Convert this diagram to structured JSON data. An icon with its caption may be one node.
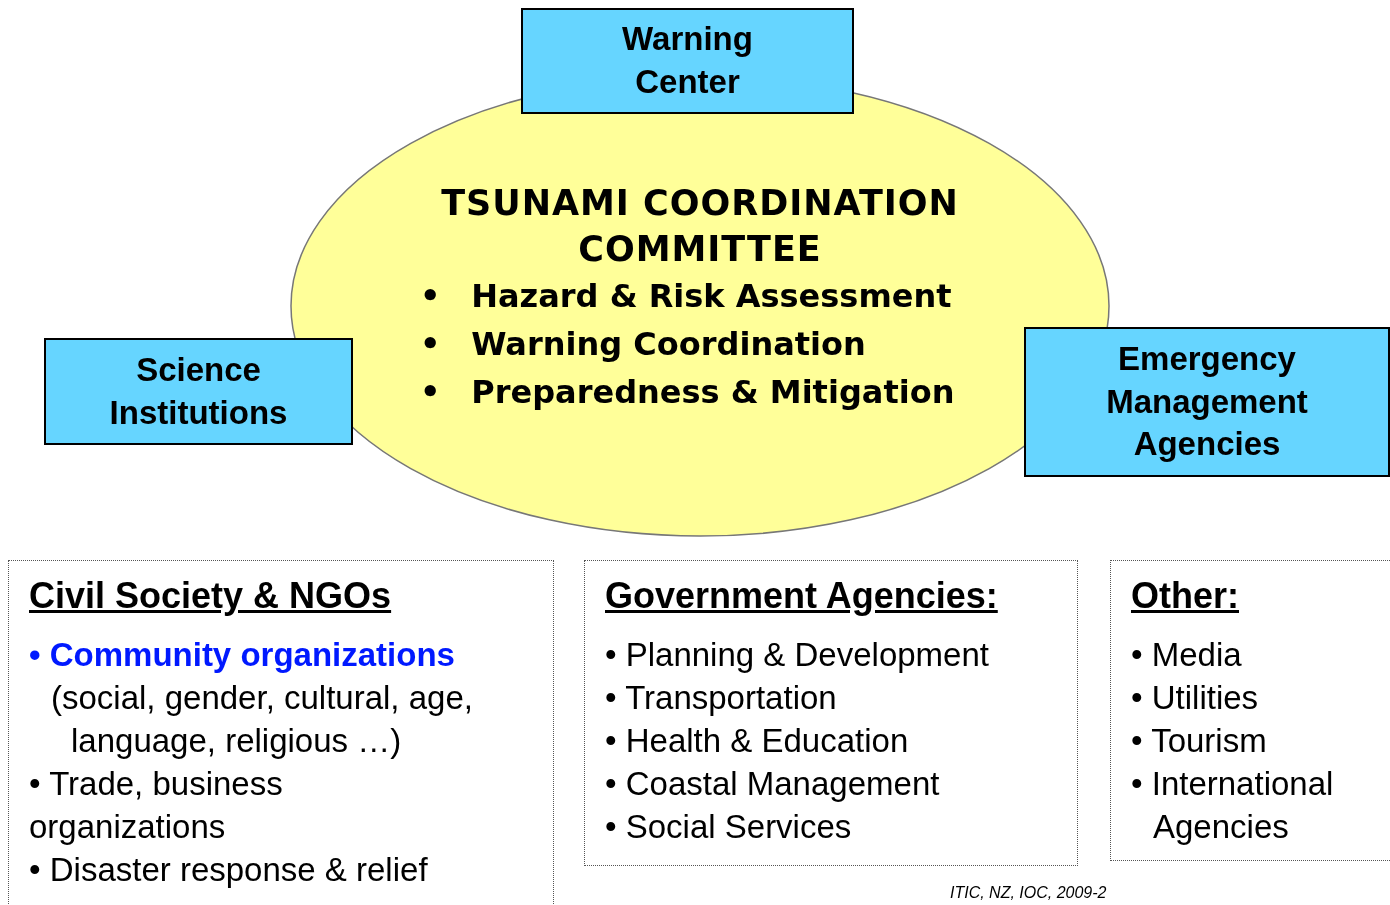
{
  "diagram": {
    "nodes": [
      {
        "text": [
          "Warning Center"
        ]
      },
      {
        "text": [
          "TSUNAMI COORDINATION COMMITTEE",
          "•\tHazard & Risk Assessment",
          "•\tWarning Coordination",
          "•\tPreparedness & Mitigation"
        ]
      },
      {
        "text": [
          "Science Institutions"
        ]
      },
      {
        "text": [
          "Emergency Management Agencies"
        ]
      },
      {
        "text": [
          "Civil Society & NGOs",
          "• Community organizations",
          "(social, gender, cultural, age, language, religious …)",
          "• Trade, business organizations",
          "• Disaster response & relief"
        ]
      },
      {
        "text": [
          "Government Agencies:",
          "• Planning & Development",
          "• Transportation",
          "• Health & Education",
          "• Coastal Management",
          "• Social Services"
        ]
      },
      {
        "text": [
          "Other:",
          "• Media",
          "• Utilities",
          "• Tourism",
          "• International Agencies"
        ]
      }
    ],
    "labels": [
      "ITIC, NZ, IOC, 2009-2"
    ]
  }
}
